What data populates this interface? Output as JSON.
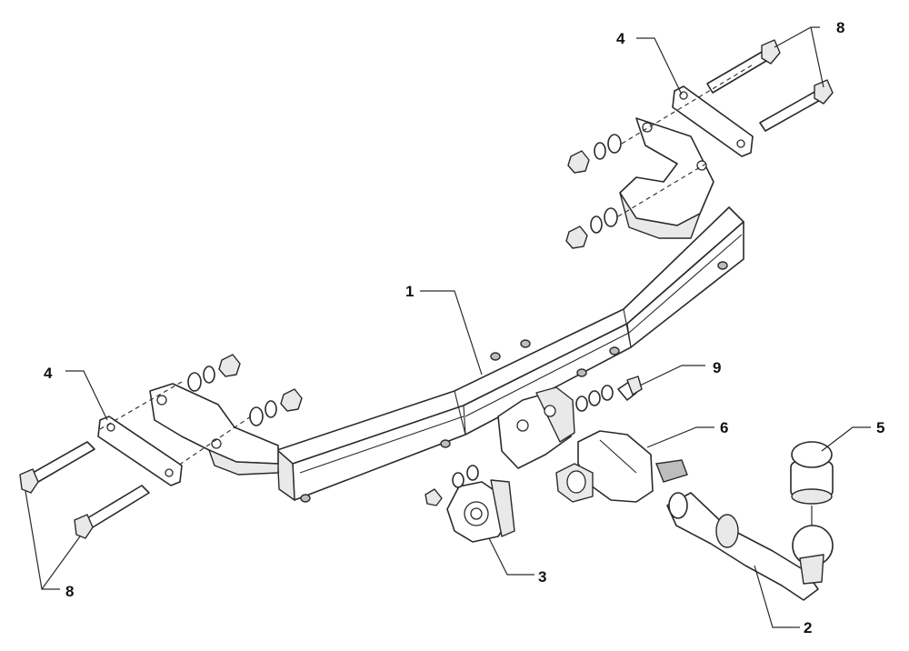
{
  "diagram": {
    "callouts": {
      "frame": "1",
      "ball_neck": "2",
      "socket_plate": "3",
      "bracket_right": "4",
      "bracket_left": "4",
      "ball_cap": "5",
      "electrical_socket": "6",
      "bolts_right": "8",
      "bolts_left": "8",
      "fixing_bolt": "9"
    }
  }
}
